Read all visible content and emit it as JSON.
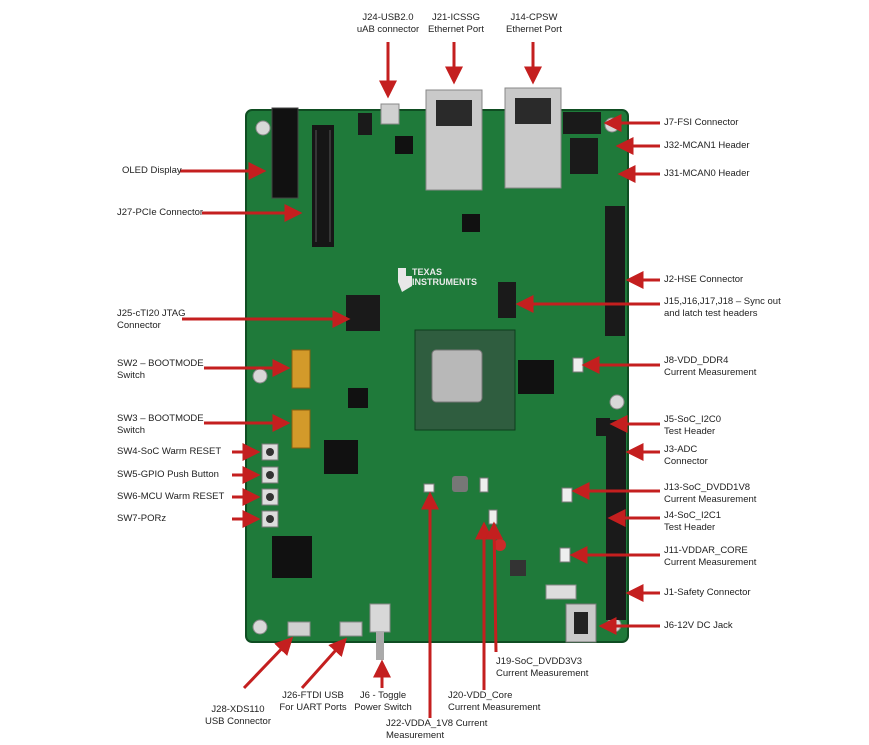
{
  "colors": {
    "board": "#1f7a3a",
    "board_dark": "#15592a",
    "arrow": "#c41f1f",
    "header_black": "#1a1a1a",
    "metal": "#c9c9c9"
  },
  "board_logo": {
    "brand": "TEXAS\nINSTRUMENTS"
  },
  "callouts": {
    "top": [
      {
        "id": "j24",
        "text": "J24-USB2.0\nuAB connector"
      },
      {
        "id": "j21",
        "text": "J21-ICSSG\nEthernet Port"
      },
      {
        "id": "j14",
        "text": "J14-CPSW\nEthernet Port"
      }
    ],
    "left": [
      {
        "id": "oled",
        "text": "OLED Display"
      },
      {
        "id": "j27",
        "text": "J27-PCIe Connector"
      },
      {
        "id": "j25",
        "text": "J25-cTI20 JTAG\nConnector"
      },
      {
        "id": "sw2",
        "text": "SW2 – BOOTMODE\nSwitch"
      },
      {
        "id": "sw3",
        "text": "SW3 – BOOTMODE\nSwitch"
      },
      {
        "id": "sw4",
        "text": "SW4-SoC Warm RESET"
      },
      {
        "id": "sw5",
        "text": "SW5-GPIO Push Button"
      },
      {
        "id": "sw6",
        "text": "SW6-MCU Warm RESET"
      },
      {
        "id": "sw7",
        "text": "SW7-PORz"
      }
    ],
    "right": [
      {
        "id": "j7",
        "text": "J7-FSI Connector"
      },
      {
        "id": "j32",
        "text": "J32-MCAN1 Header"
      },
      {
        "id": "j31",
        "text": "J31-MCAN0 Header"
      },
      {
        "id": "j2",
        "text": "J2-HSE Connector"
      },
      {
        "id": "j15",
        "text": "J15,J16,J17,J18 – Sync out\nand latch test headers"
      },
      {
        "id": "j8",
        "text": "J8-VDD_DDR4\nCurrent Measurement"
      },
      {
        "id": "j5",
        "text": "J5-SoC_I2C0\nTest Header"
      },
      {
        "id": "j3",
        "text": "J3-ADC\nConnector"
      },
      {
        "id": "j13",
        "text": "J13-SoC_DVDD1V8\nCurrent Measurement"
      },
      {
        "id": "j4",
        "text": "J4-SoC_I2C1\nTest Header"
      },
      {
        "id": "j11",
        "text": "J11-VDDAR_CORE\nCurrent Measurement"
      },
      {
        "id": "j1",
        "text": "J1-Safety Connector"
      },
      {
        "id": "j6dc",
        "text": "J6-12V DC Jack"
      }
    ],
    "bottom": [
      {
        "id": "j28",
        "text": "J28-XDS110\nUSB Connector"
      },
      {
        "id": "j26",
        "text": "J26-FTDI USB\nFor UART Ports"
      },
      {
        "id": "j6t",
        "text": "J6  - Toggle\nPower Switch"
      },
      {
        "id": "j22",
        "text": "J22-VDDA_1V8 Current\nMeasurement"
      },
      {
        "id": "j20",
        "text": "J20-VDD_Core\nCurrent Measurement"
      },
      {
        "id": "j19",
        "text": "J19-SoC_DVDD3V3\nCurrent Measurement"
      }
    ]
  }
}
